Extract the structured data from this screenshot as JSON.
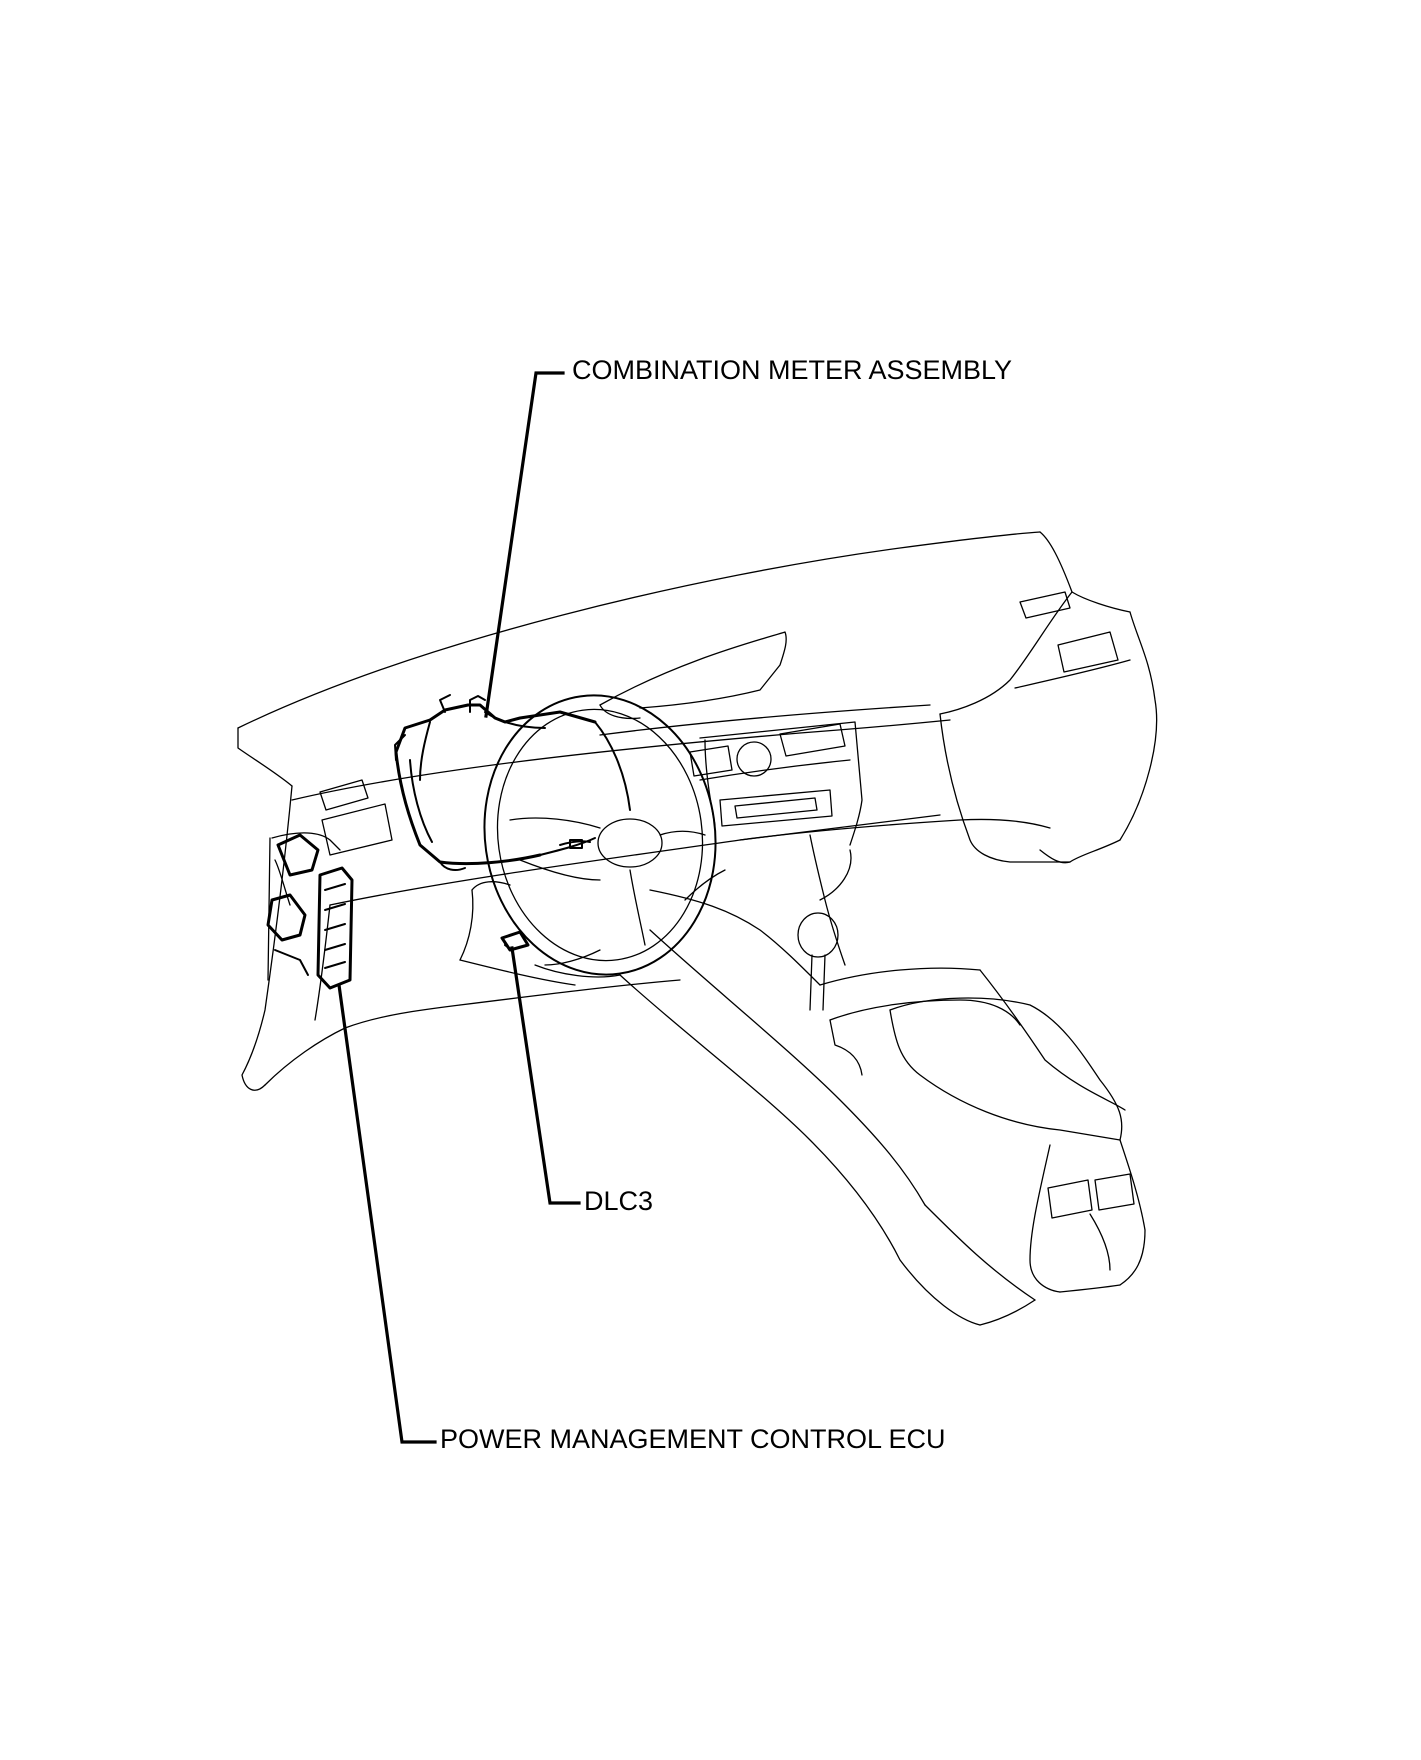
{
  "callouts": {
    "combination_meter": "COMBINATION METER ASSEMBLY",
    "dlc3": "DLC3",
    "power_management_ecu": "POWER MANAGEMENT CONTROL ECU"
  }
}
